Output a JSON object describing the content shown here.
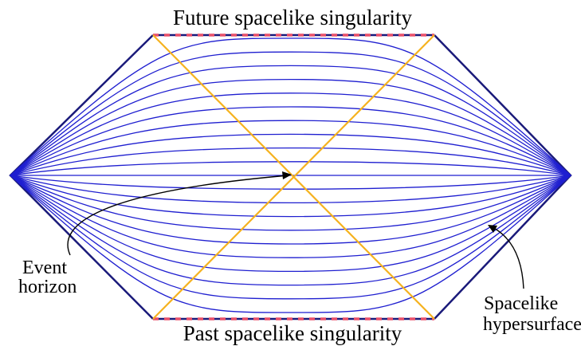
{
  "labels": {
    "top": "Future spacelike singularity",
    "bottom": "Past spacelike singularity",
    "left_line1": "Event",
    "left_line2": "horizon",
    "right_line1": "Spacelike",
    "right_line2": "hypersurface"
  },
  "diagram": {
    "hypersurface_count": 21,
    "colors": {
      "outline": "#1a1a7a",
      "hypersurface": "#1f1fd0",
      "horizon": "#f5b21f",
      "singularity": "#e8506a",
      "arrow": "#000000"
    }
  }
}
